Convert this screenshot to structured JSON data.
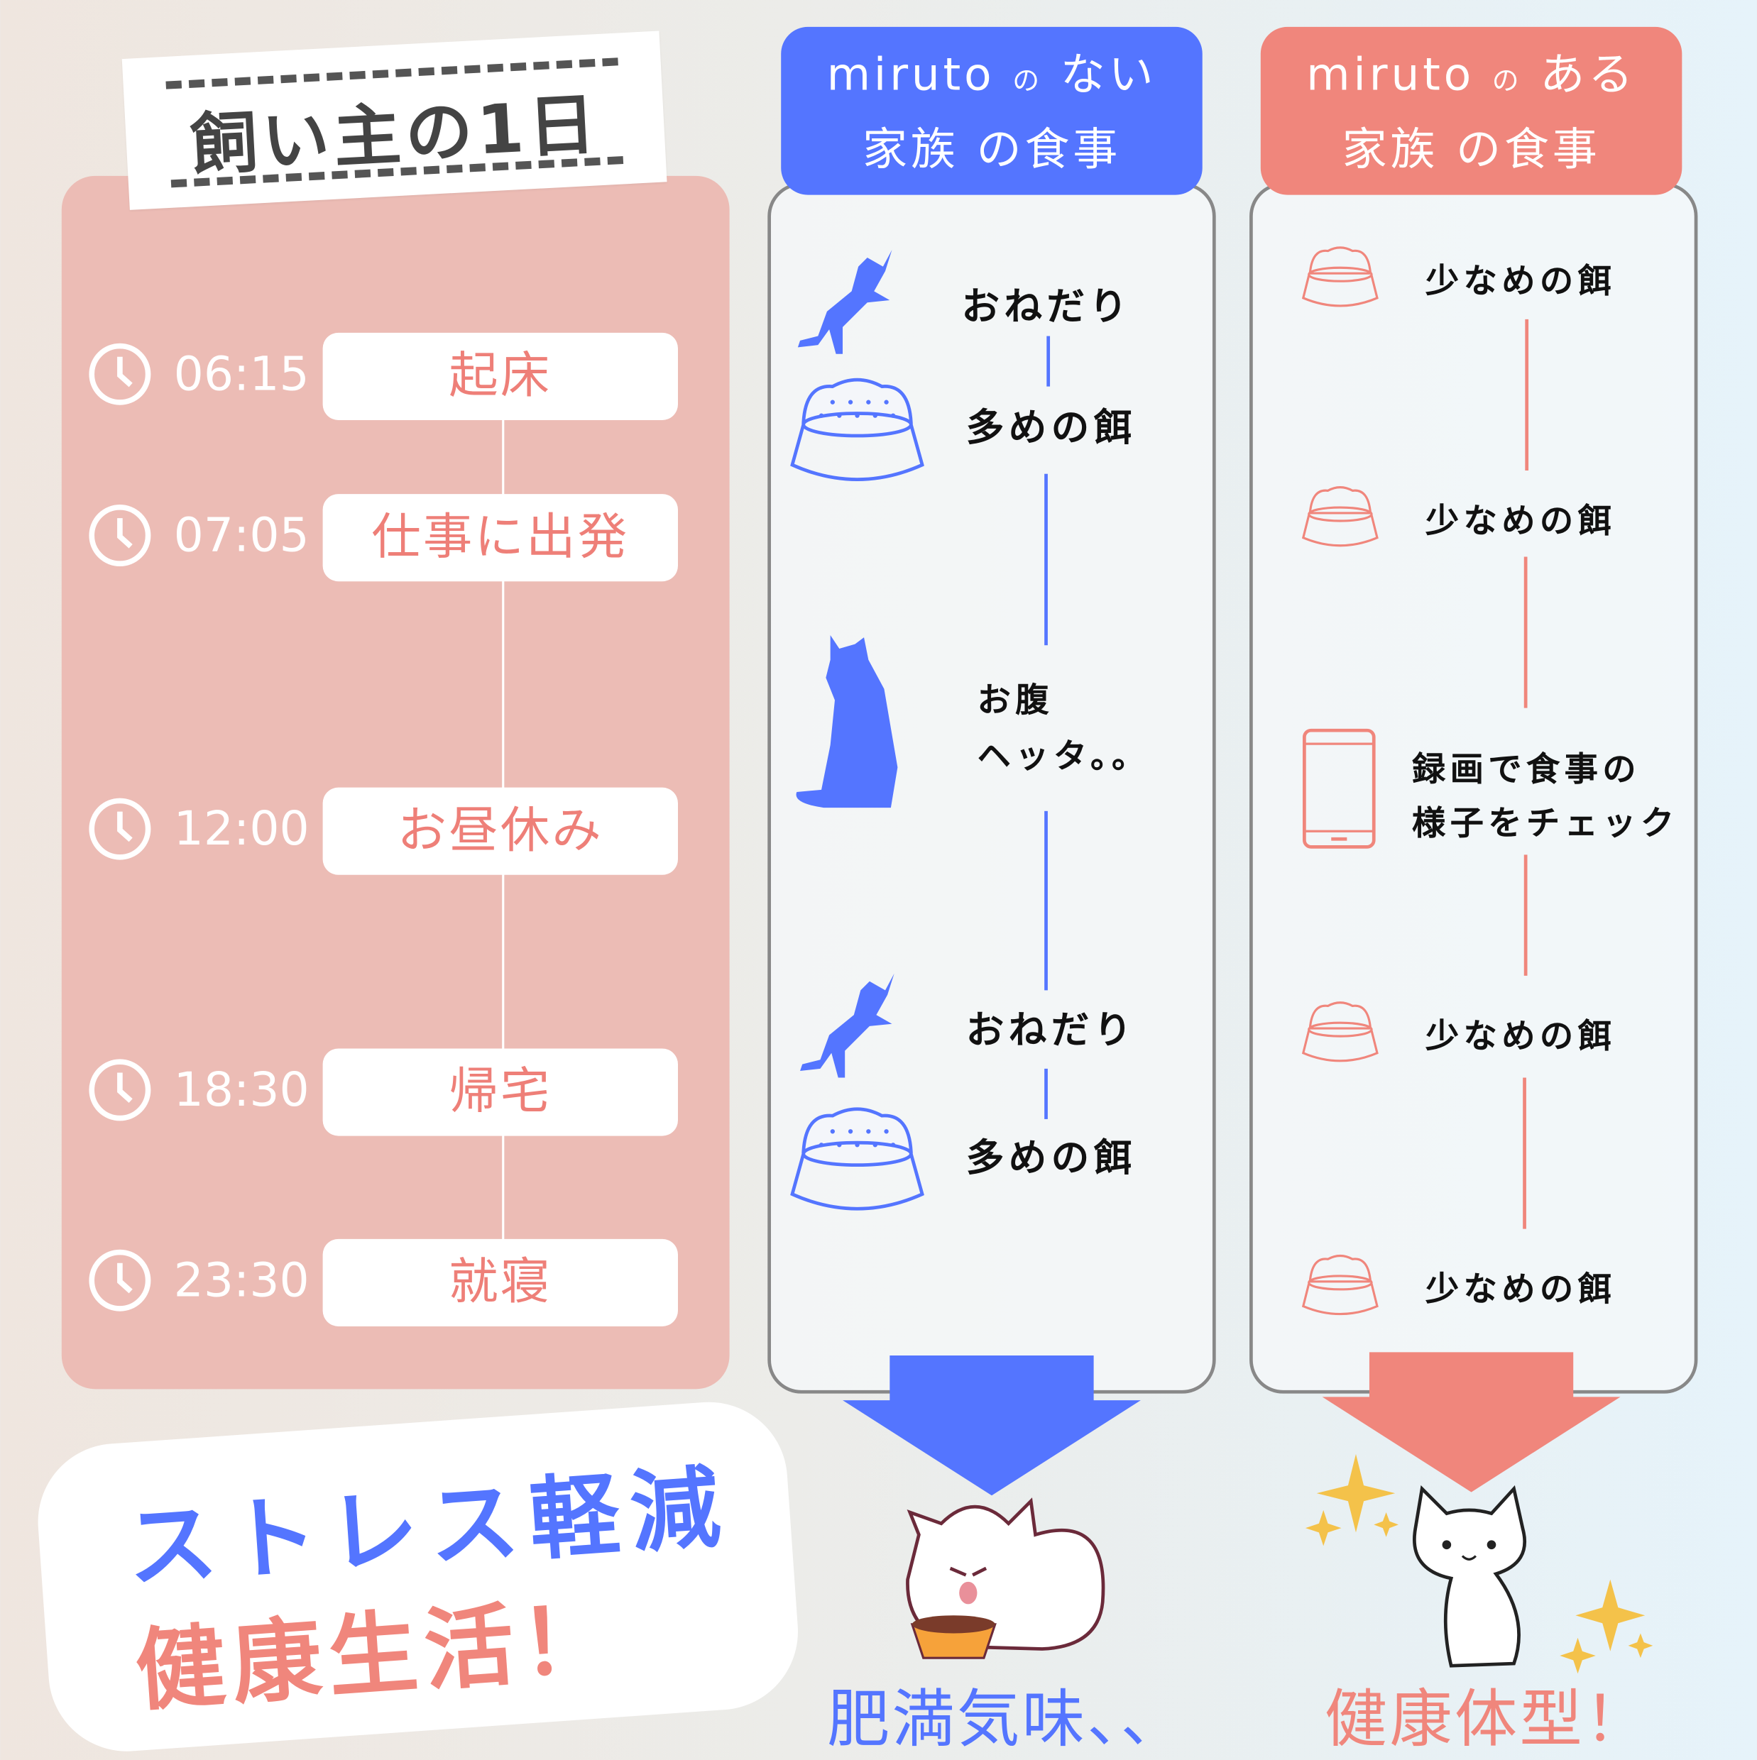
{
  "title": "飼い主の1日",
  "schedule": [
    {
      "time": "06:15",
      "event": "起床"
    },
    {
      "time": "07:05",
      "event": "仕事に出発"
    },
    {
      "time": "12:00",
      "event": "お昼休み"
    },
    {
      "time": "18:30",
      "event": "帰宅"
    },
    {
      "time": "23:30",
      "event": "就寝"
    }
  ],
  "without": {
    "header_line1": "miruto",
    "header_no": "の",
    "header_line1b": "ない",
    "header_line2": "家族",
    "header_line2b": "の食事",
    "items": [
      "おねだり",
      "多めの餌",
      "お腹",
      "ヘッタ。。",
      "おねだり",
      "多めの餌"
    ],
    "result": "肥満気味、、"
  },
  "with": {
    "header_line1": "miruto",
    "header_no": "の",
    "header_line1b": "ある",
    "header_line2": "家族",
    "header_line2b": "の食事",
    "items": [
      "少なめの餌",
      "少なめの餌",
      "録画で食事の",
      "様子をチェック",
      "少なめの餌",
      "少なめの餌"
    ],
    "result": "健康体型！"
  },
  "bottom": {
    "line1": "ストレス軽減",
    "line2": "健康生活！"
  },
  "colors": {
    "blue": "#5475ff",
    "coral": "#f0867c",
    "panel": "#ecbcb5"
  }
}
